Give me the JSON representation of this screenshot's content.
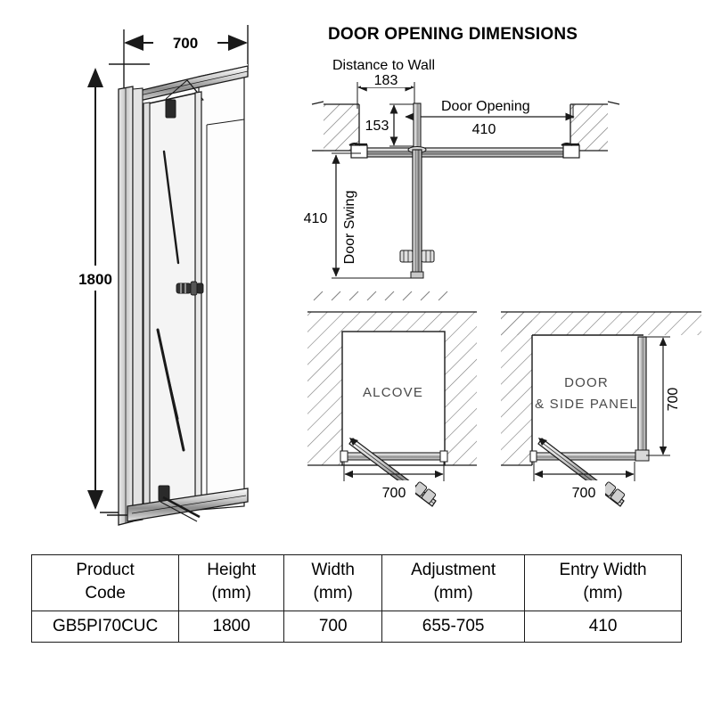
{
  "elevation": {
    "width_dim": "700",
    "height_dim": "1800"
  },
  "door_opening": {
    "title": "DOOR OPENING DIMENSIONS",
    "distance_to_wall_label": "Distance to Wall",
    "distance_to_wall_value": "183",
    "offset_value": "153",
    "door_opening_label": "Door Opening",
    "door_opening_value": "410",
    "door_swing_label": "Door Swing",
    "door_swing_value": "410"
  },
  "plan_alcove": {
    "label": "ALCOVE",
    "width_dim": "700"
  },
  "plan_side_panel": {
    "label_line1": "DOOR",
    "label_line2": "& SIDE PANEL",
    "width_dim": "700",
    "depth_dim": "700"
  },
  "spec_table": {
    "headers": [
      {
        "line1": "Product",
        "line2": "Code"
      },
      {
        "line1": "Height",
        "line2": "(mm)"
      },
      {
        "line1": "Width",
        "line2": "(mm)"
      },
      {
        "line1": "Adjustment",
        "line2": "(mm)"
      },
      {
        "line1": "Entry Width",
        "line2": "(mm)"
      }
    ],
    "row": {
      "product_code": "GB5PI70CUC",
      "height": "1800",
      "width": "700",
      "adjustment": "655-705",
      "entry_width": "410"
    }
  },
  "colors": {
    "line": "#1a1a1a",
    "glass": "#f4f4f4",
    "frame": "#d8d8d8",
    "frame_dark": "#b8b8b8",
    "hatch": "#6e6e6e",
    "plan_label": "#4a4a4a"
  }
}
